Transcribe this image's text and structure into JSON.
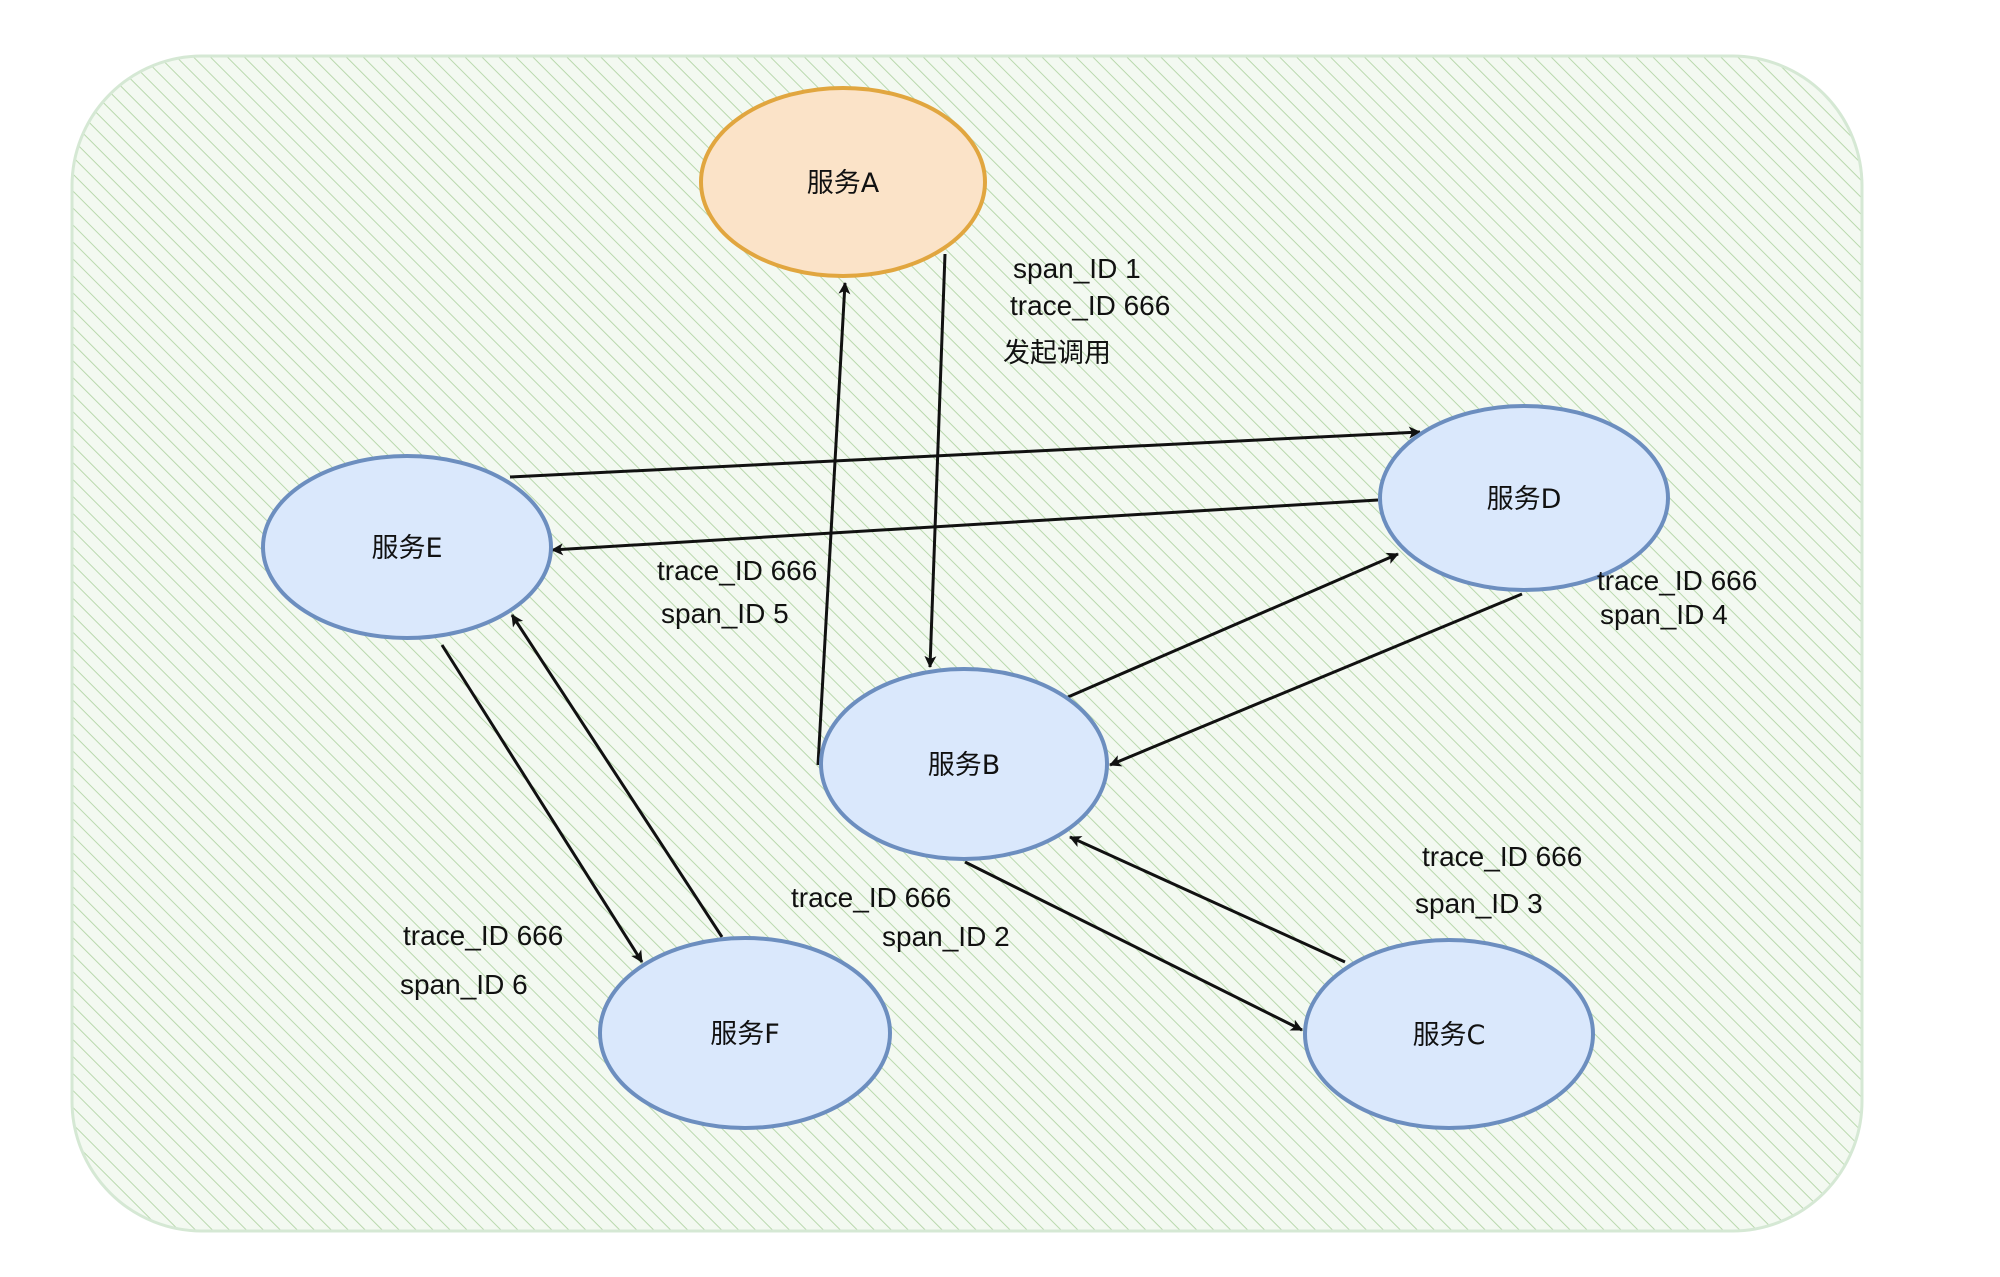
{
  "colors": {
    "container_fill": "#d5e8d4",
    "container_stroke": "#d5e8d4",
    "hatch": "#b9d8ad",
    "service_a_fill": "#fbe3c8",
    "service_a_stroke": "#e1a63f",
    "service_fill": "#dae8fc",
    "service_stroke": "#6c8ebf",
    "edge": "#111111"
  },
  "nodes": {
    "a": {
      "label": "服务A"
    },
    "b": {
      "label": "服务B"
    },
    "c": {
      "label": "服务C"
    },
    "d": {
      "label": "服务D"
    },
    "e": {
      "label": "服务E"
    },
    "f": {
      "label": "服务F"
    }
  },
  "annotations": {
    "a_span": "span_ID  1",
    "a_trace": "trace_ID  666",
    "a_call": "发起调用",
    "b_trace": "trace_ID  666",
    "b_span": "span_ID  2",
    "c_trace": "trace_ID  666",
    "c_span": "span_ID  3",
    "d_trace": "trace_ID  666",
    "d_span": "span_ID  4",
    "e_trace": "trace_ID  666",
    "e_span": "span_ID  5",
    "f_trace": "trace_ID  666",
    "f_span": "span_ID  6"
  },
  "edges": [
    {
      "from": "A",
      "to": "B"
    },
    {
      "from": "B",
      "to": "A"
    },
    {
      "from": "B",
      "to": "C"
    },
    {
      "from": "C",
      "to": "B"
    },
    {
      "from": "B",
      "to": "D"
    },
    {
      "from": "D",
      "to": "B"
    },
    {
      "from": "E",
      "to": "D"
    },
    {
      "from": "D",
      "to": "E"
    },
    {
      "from": "E",
      "to": "F"
    },
    {
      "from": "F",
      "to": "E"
    }
  ]
}
